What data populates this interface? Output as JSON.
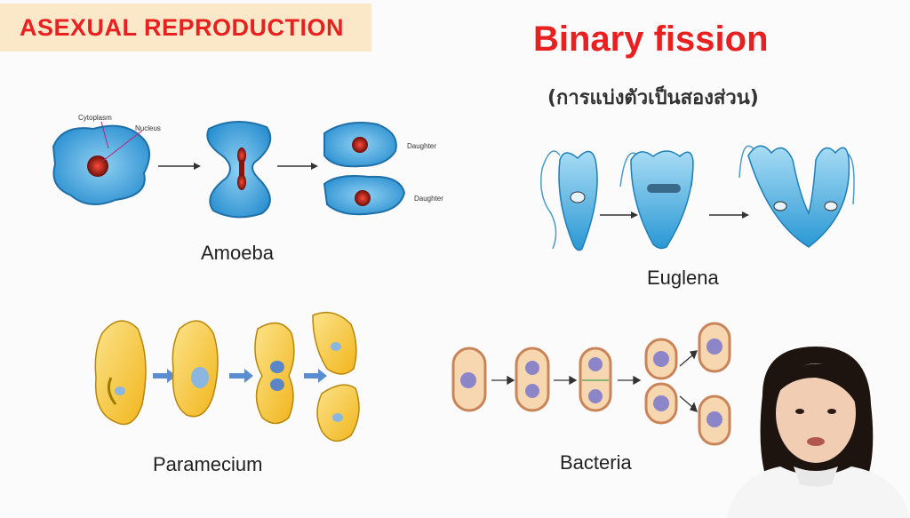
{
  "title_badge": "ASEXUAL REPRODUCTION",
  "heading": "Binary fission",
  "subheading": "(การแบ่งตัวเป็นสองส่วน)",
  "amoeba": {
    "caption": "Amoeba",
    "labels": {
      "cytoplasm": "Cytoplasm",
      "nucleus": "Nucleus",
      "daughter_top": "Daughter",
      "daughter_bottom": "Daughter"
    }
  },
  "euglena": {
    "caption": "Euglena"
  },
  "paramecium": {
    "caption": "Paramecium"
  },
  "bacteria": {
    "caption": "Bacteria"
  },
  "colors": {
    "title_red": "#e8201f",
    "badge_bg": "#fbe8c8",
    "cell_blue": "#4aa9dc",
    "cell_yellow": "#f4c430",
    "bacteria_fill": "#f6d7b0"
  }
}
